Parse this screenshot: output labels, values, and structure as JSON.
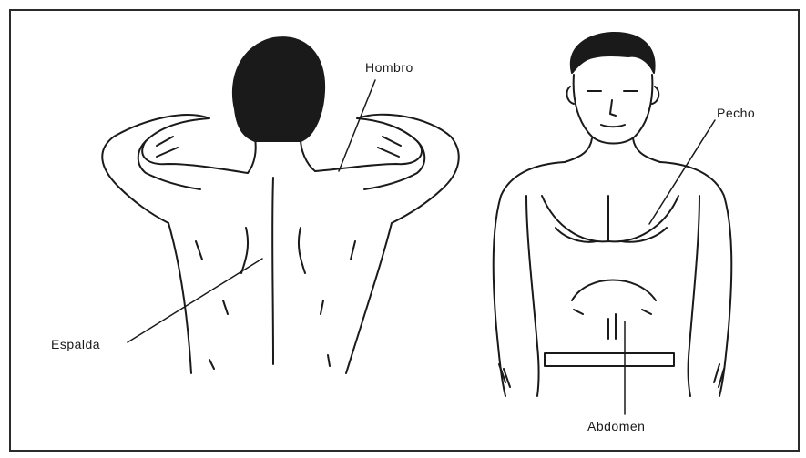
{
  "labels": {
    "hombro": "Hombro",
    "pecho": "Pecho",
    "espalda": "Espalda",
    "abdomen": "Abdomen"
  },
  "figures": {
    "back_view": "figure-back-view",
    "front_view": "figure-front-view"
  },
  "colors": {
    "ink": "#1a1a1a",
    "paper": "#ffffff"
  }
}
